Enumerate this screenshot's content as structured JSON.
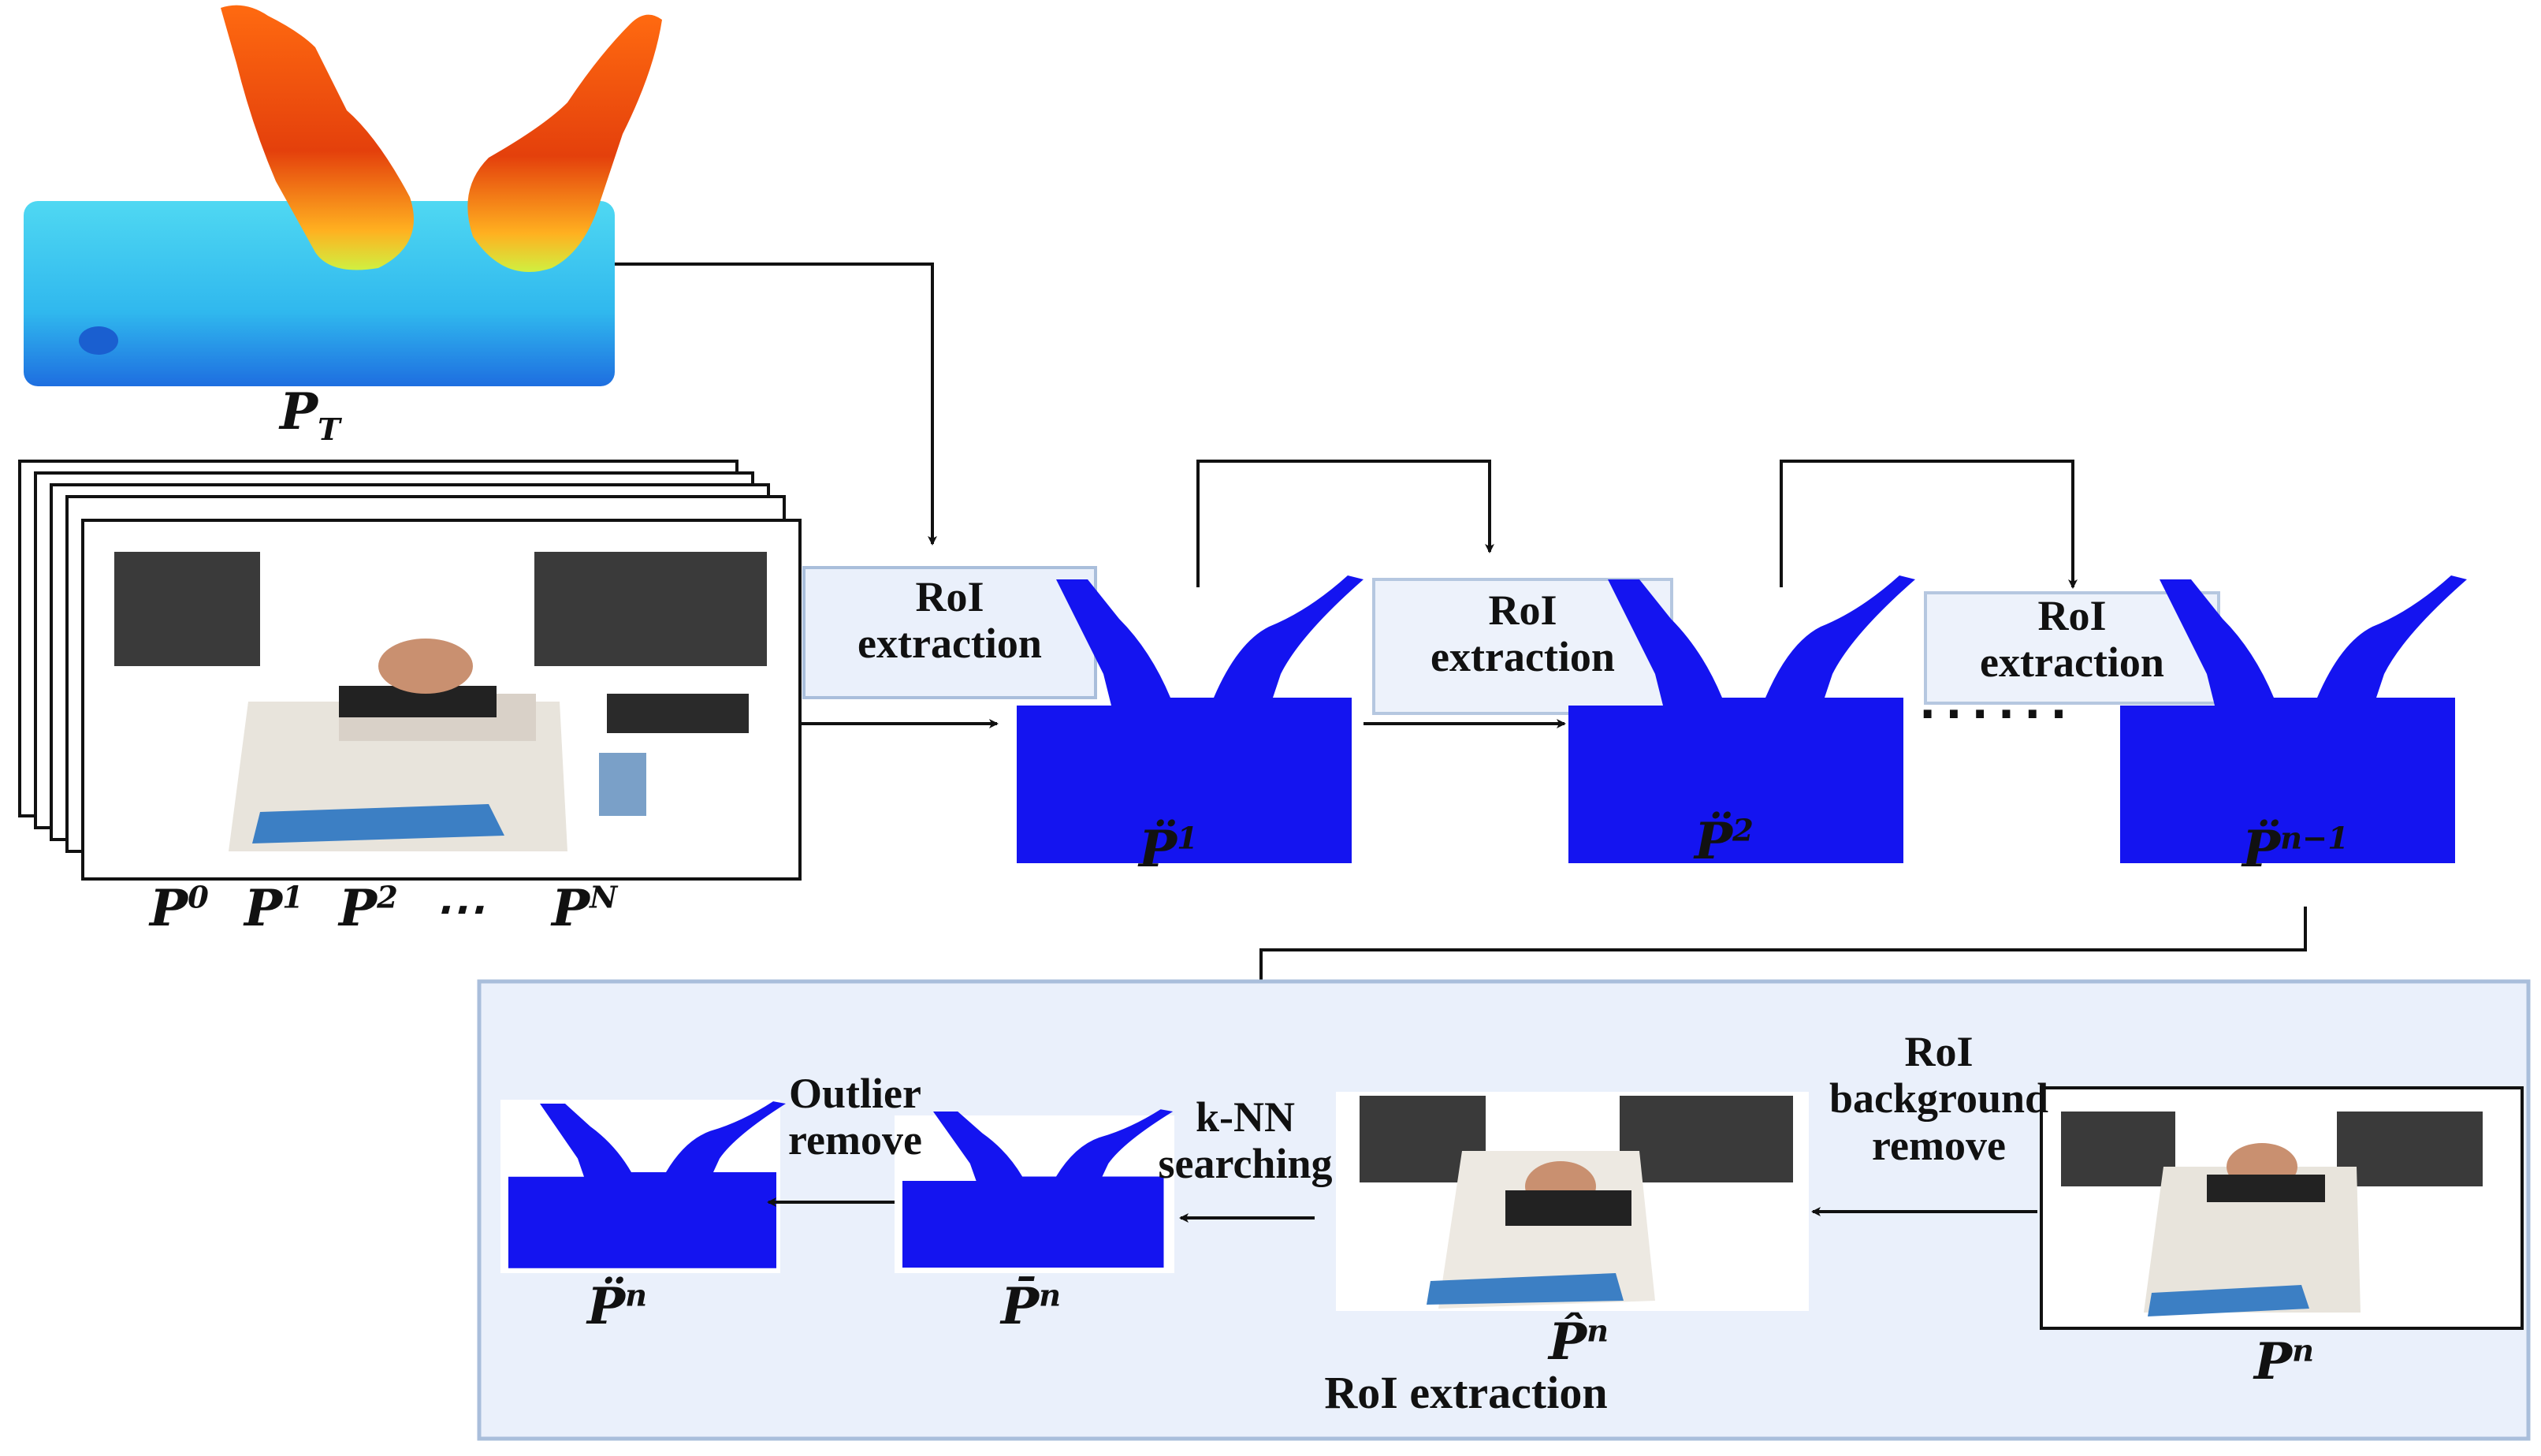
{
  "labels": {
    "pt": "P",
    "pt_sub": "T",
    "frames": [
      {
        "base": "P",
        "sup": "0"
      },
      {
        "base": "P",
        "sup": "1"
      },
      {
        "base": "P",
        "sup": "2"
      },
      {
        "base": "⋯",
        "sup": ""
      },
      {
        "base": "P",
        "sup": "N"
      }
    ],
    "roi_1_line1": "RoI",
    "roi_1_line2": "extraction",
    "roi_2_line1": "RoI",
    "roi_2_line2": "extraction",
    "roi_3_line1": "RoI",
    "roi_3_line2": "extraction",
    "p1": "P̈",
    "p1_sup": "1",
    "p2": "P̈",
    "p2_sup": "2",
    "pn1": "P̈",
    "pn1_sup": "n−1",
    "dots": "......",
    "roi_bg_line1": "RoI",
    "roi_bg_line2": "background",
    "roi_bg_line3": "remove",
    "knn_line1": "k-NN",
    "knn_line2": "searching",
    "outlier_line1": "Outlier",
    "outlier_line2": "remove",
    "pn": "P",
    "pn_sup": "n",
    "phat": "P̂",
    "phat_sup": "n",
    "pbar": "P̄",
    "pbar_sup": "n",
    "pddot_n": "P̈",
    "pddot_n_sup": "n",
    "roi_extraction_caption": "RoI extraction"
  },
  "colors": {
    "blue_cloud": "#1414f0",
    "roi_fill": "#eaf0fb",
    "roi_border": "#a9bedb",
    "hand_orange": "#f06a14",
    "table_cyan": "#38d0f0"
  }
}
